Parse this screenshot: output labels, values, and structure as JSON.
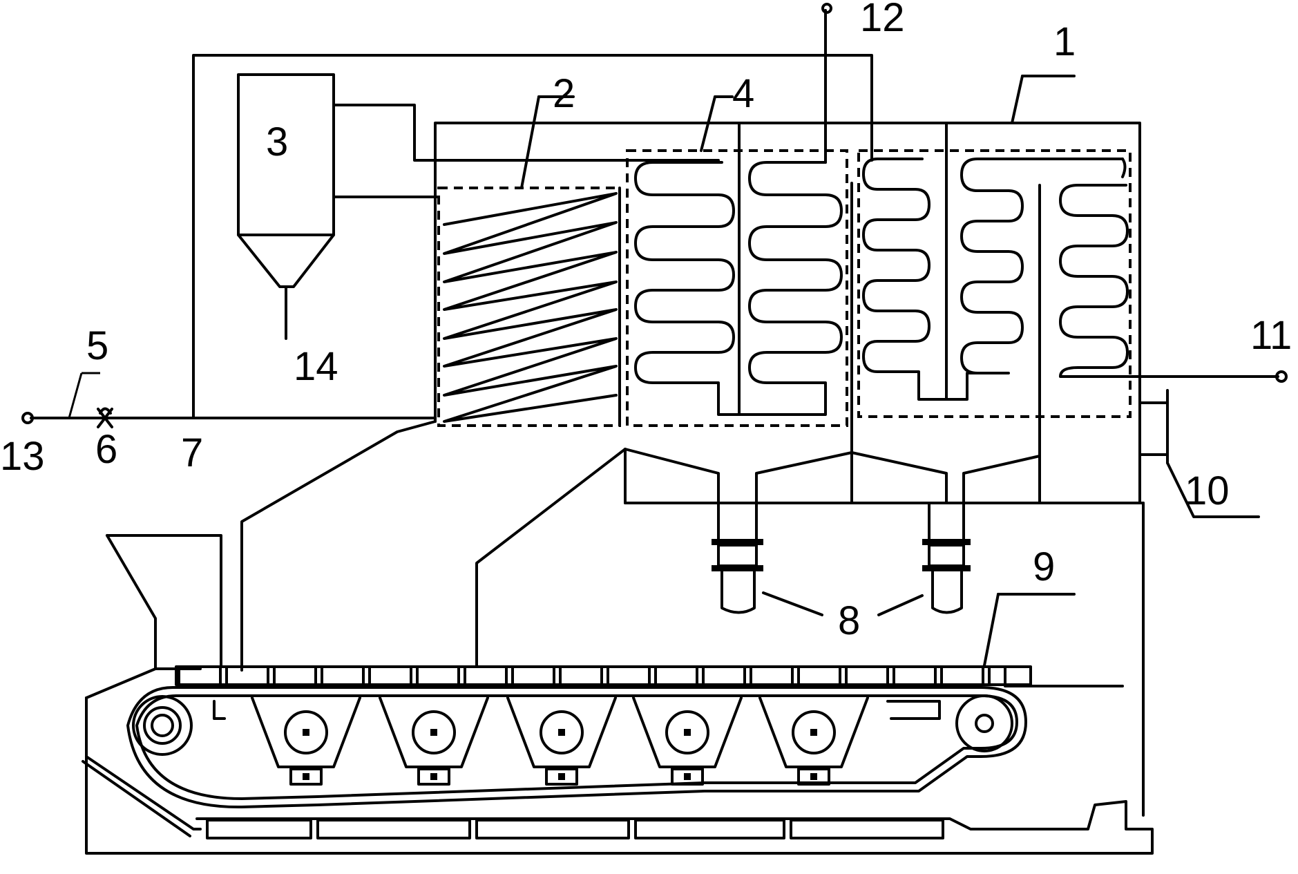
{
  "labels": {
    "superheater": "1",
    "air_preheater": "2",
    "separator": "3",
    "economizer": "4",
    "inlet_line": "5",
    "valve": "6",
    "junction": "7",
    "hoppers": "8",
    "grate": "9",
    "outlet_duct": "10",
    "outlet_right": "11",
    "outlet_top": "12",
    "inlet_left": "13",
    "bottom_outlet": "14"
  }
}
